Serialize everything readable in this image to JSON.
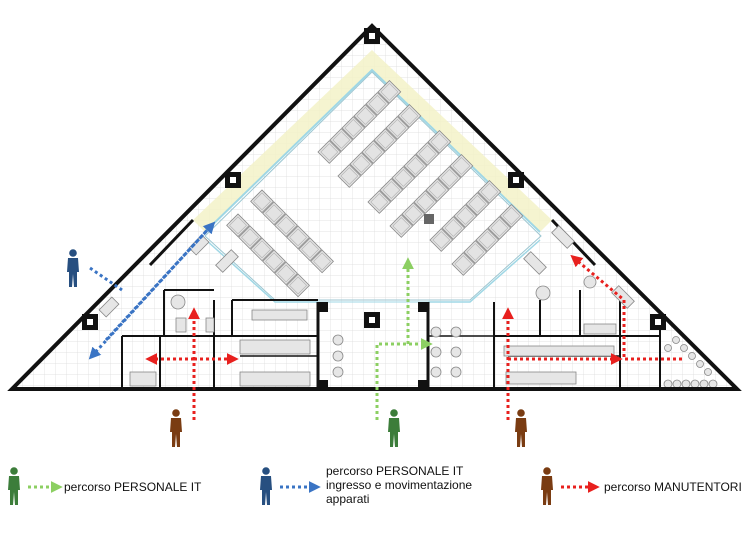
{
  "colors": {
    "it_staff": "#8ccf62",
    "it_equipment": "#3a74c4",
    "maintenance": "#e8201e",
    "wall": "#111111",
    "grid": "#d9d9d9",
    "glass_yellow": "#f3f2c8",
    "glass_blue": "#bfe6ef",
    "figure_green": "#3c7d3a",
    "figure_blue": "#274f80",
    "figure_brown": "#7a3c12"
  },
  "figures": {
    "green_icon": "person-green-icon",
    "blue_icon": "person-blue-icon",
    "brown_icon": "person-brown-icon"
  },
  "legend": {
    "it_staff_label": "percorso PERSONALE IT",
    "it_equipment_lines": [
      "percorso PERSONALE IT",
      "ingresso e movimentazione",
      "apparati"
    ],
    "maintenance_label": "percorso MANUTENTORI"
  }
}
